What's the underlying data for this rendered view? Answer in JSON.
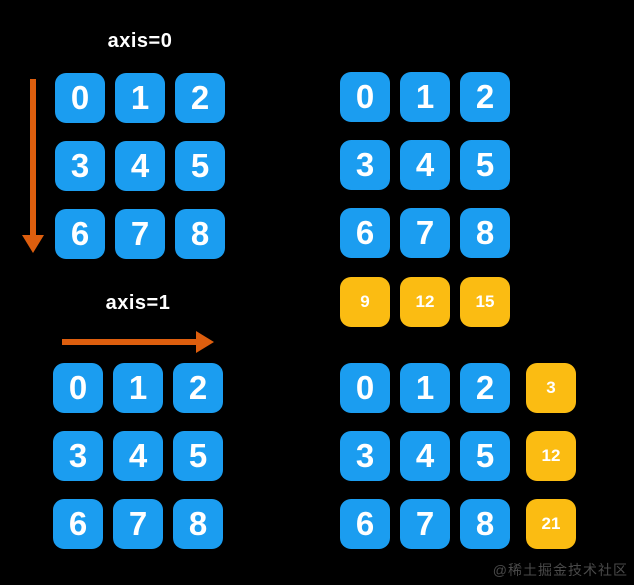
{
  "diagram": {
    "type": "matrix-axis-sum",
    "matrix": [
      [
        0,
        1,
        2
      ],
      [
        3,
        4,
        5
      ],
      [
        6,
        7,
        8
      ]
    ],
    "axis0": {
      "label": "axis=0",
      "arrow_direction": "down",
      "sums": [
        9,
        12,
        15
      ]
    },
    "axis1": {
      "label": "axis=1",
      "arrow_direction": "right",
      "sums": [
        3,
        12,
        21
      ]
    }
  },
  "watermark": {
    "text": "@稀土掘金技术社区"
  },
  "colors": {
    "background": "#000000",
    "matrix_tile": "#1B9DF0",
    "sum_tile": "#FBBC12",
    "arrow": "#DD5E0E",
    "tile_text": "#FFFFFF",
    "label_text": "#FFFFFF",
    "watermark_text": "#4A4A4A"
  }
}
